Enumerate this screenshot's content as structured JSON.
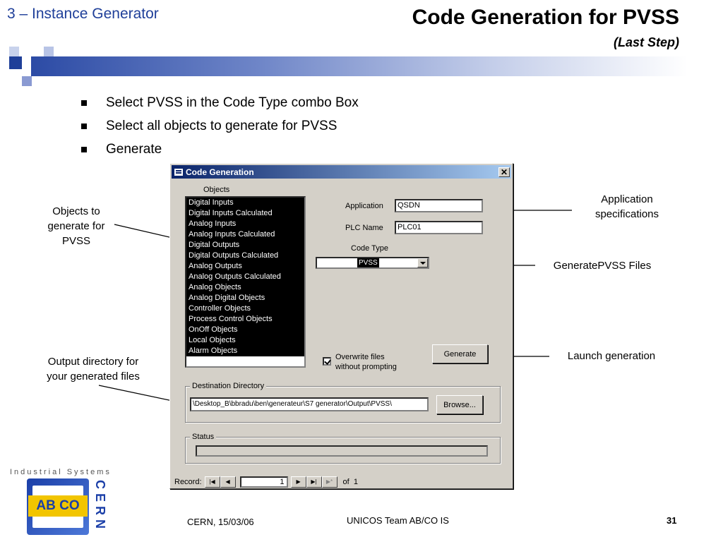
{
  "header": {
    "section": "3 – Instance Generator",
    "title": "Code Generation for PVSS",
    "subtitle": "(Last Step)"
  },
  "bullets": [
    "Select PVSS in the Code Type combo Box",
    "Select all objects to generate for PVSS",
    "Generate"
  ],
  "callouts": {
    "objects": "Objects to\ngenerate for\nPVSS",
    "output": "Output directory for\nyour generated files",
    "application": "Application\nspecifications",
    "generate_files": "GeneratePVSS Files",
    "launch": "Launch generation"
  },
  "dialog": {
    "title": "Code Generation",
    "close": "✕",
    "objects_label": "Objects",
    "objects": [
      "Digital Inputs",
      "Digital Inputs Calculated",
      "Analog Inputs",
      "Analog Inputs Calculated",
      "Digital Outputs",
      "Digital Outputs Calculated",
      "Analog Outputs",
      "Analog Outputs Calculated",
      "Analog Objects",
      "Analog Digital Objects",
      "Controller Objects",
      "Process Control Objects",
      "OnOff Objects",
      "Local Objects",
      "Alarm Objects"
    ],
    "application_label": "Application",
    "application_value": "QSDN",
    "plc_label": "PLC Name",
    "plc_value": "PLC01",
    "code_type_label": "Code Type",
    "code_type_value": "PVSS",
    "generate_button": "Generate",
    "overwrite_label_1": "Overwrite files",
    "overwrite_label_2": "without prompting",
    "overwrite_checked": true,
    "destination_label": "Destination Directory",
    "destination_value": "\\Desktop_B\\bbradu\\ben\\generateur\\S7 generator\\Output\\PVSS\\",
    "browse_button": "Browse...",
    "status_label": "Status",
    "record_label": "Record:",
    "record_value": "1",
    "record_of": "of  1"
  },
  "footer": {
    "left": "CERN, 15/03/06",
    "center": "UNICOS Team AB/CO IS",
    "page": "31"
  },
  "logo": {
    "top_text": "Industrial Systems",
    "abco": "AB CO",
    "cern": "CERN"
  }
}
